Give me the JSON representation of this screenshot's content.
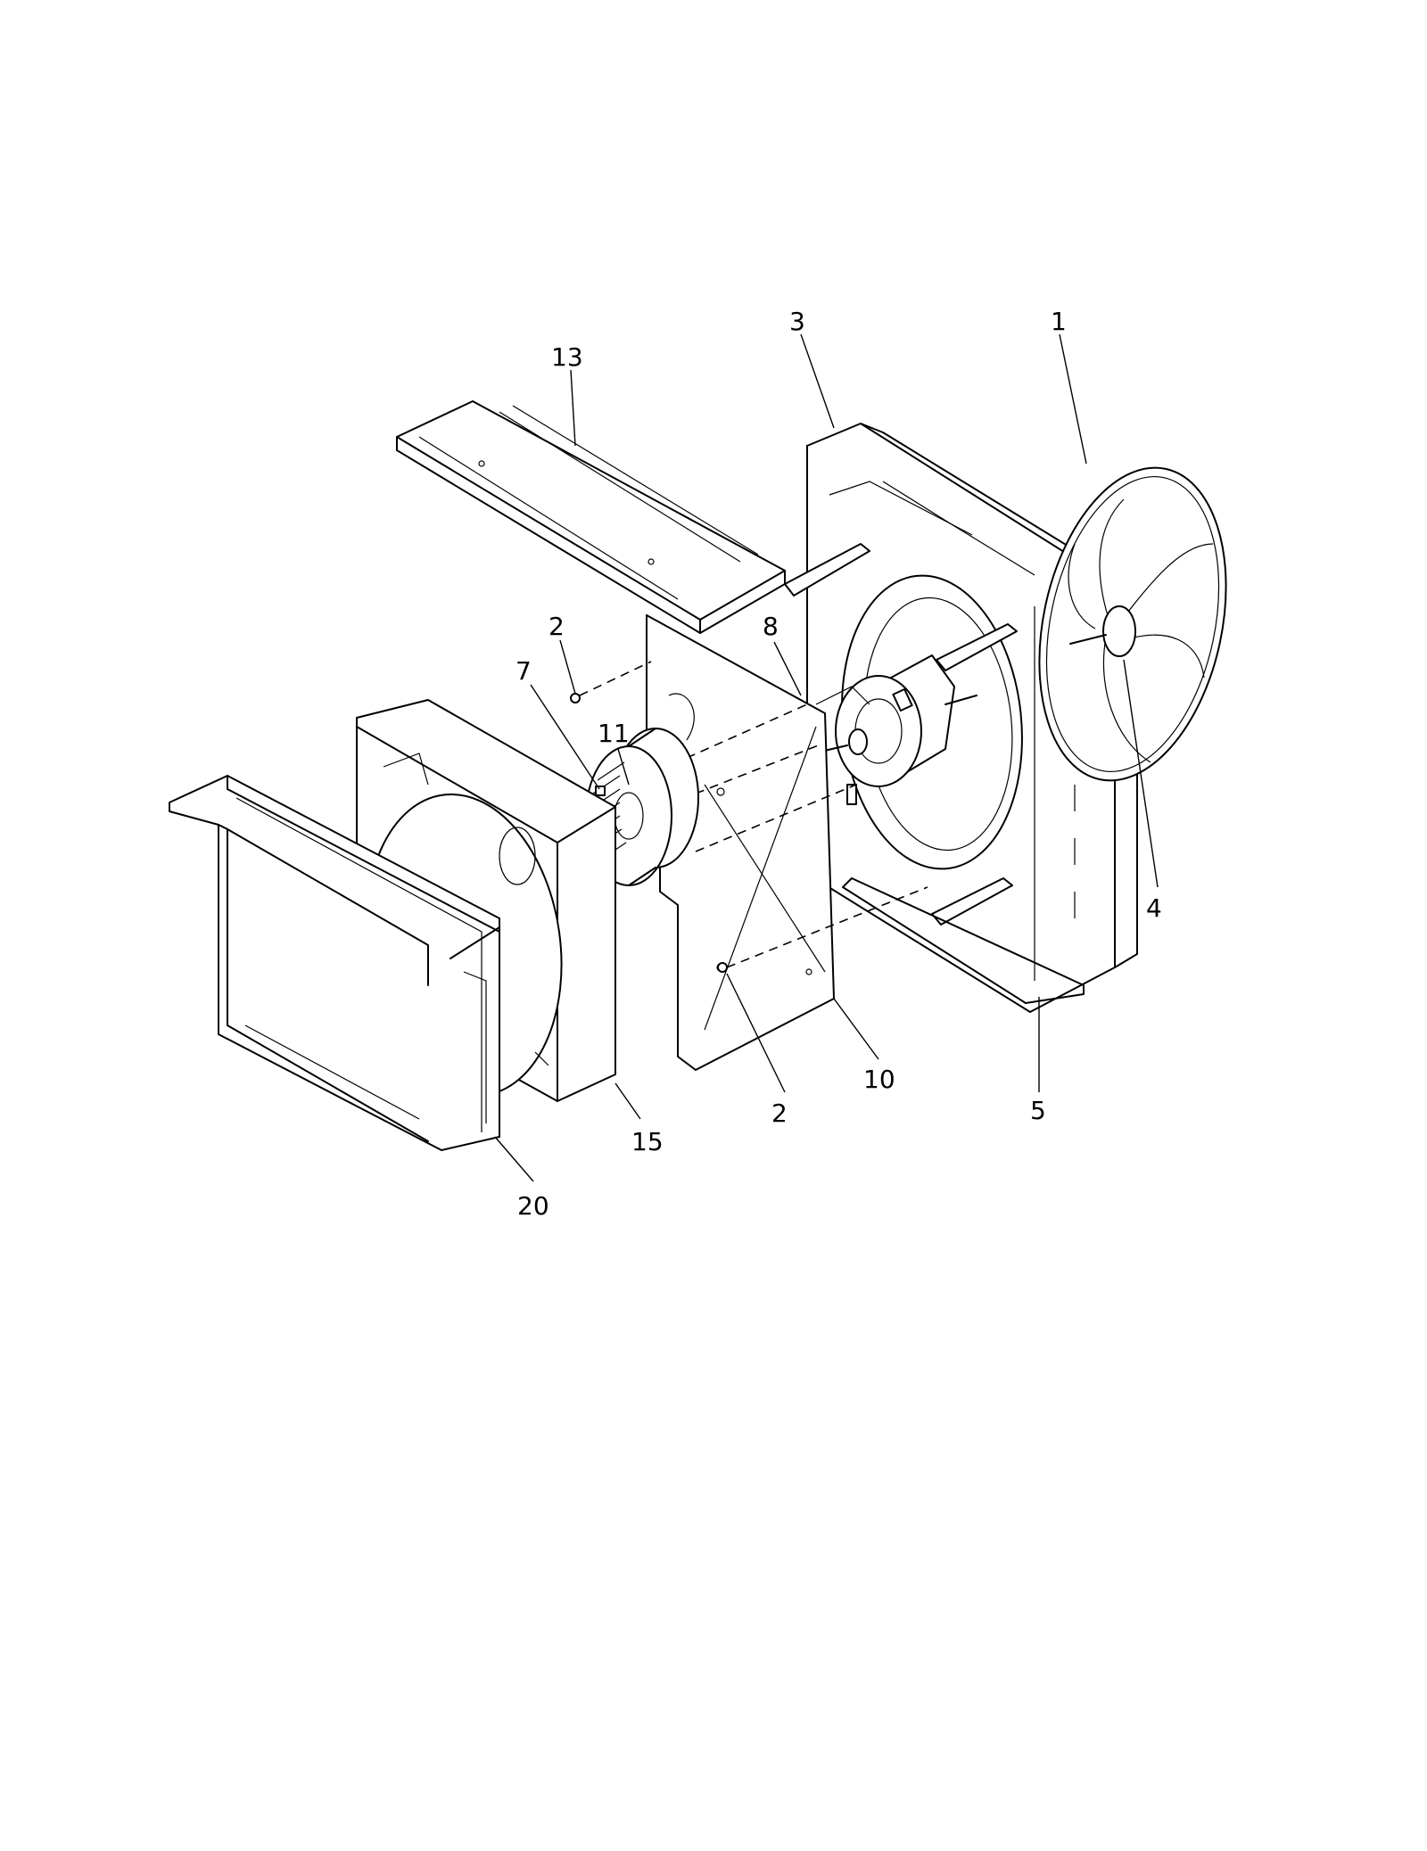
{
  "diagram": {
    "callouts": {
      "c1": "1",
      "c3": "3",
      "c13": "13",
      "c2_top": "2",
      "c8": "8",
      "c7": "7",
      "c11": "11",
      "c4": "4",
      "c10": "10",
      "c2_bottom": "2",
      "c5": "5",
      "c15": "15",
      "c20": "20"
    }
  }
}
